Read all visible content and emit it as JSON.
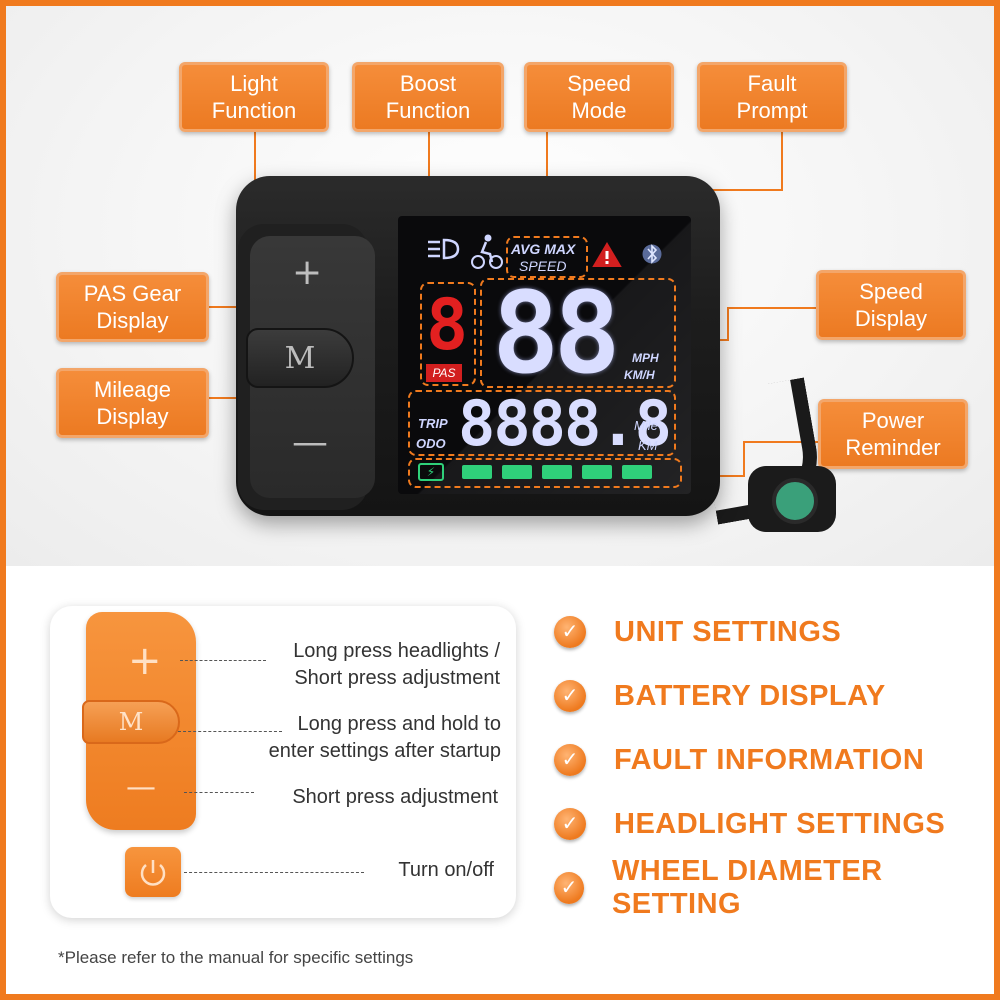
{
  "colors": {
    "accent": "#f07a1e",
    "lcd_text": "#d9ddff",
    "pas_red": "#e32020",
    "battery_green": "#2fd07a"
  },
  "callouts": {
    "light": [
      "Light",
      "Function"
    ],
    "boost": [
      "Boost",
      "Function"
    ],
    "speed_mode": [
      "Speed",
      "Mode"
    ],
    "fault": [
      "Fault",
      "Prompt"
    ],
    "pas_gear": [
      "PAS Gear",
      "Display"
    ],
    "speed_display": [
      "Speed",
      "Display"
    ],
    "mileage": [
      "Mileage",
      "Display"
    ],
    "power": [
      "Power",
      "Reminder"
    ]
  },
  "device": {
    "buttons": {
      "plus": "+",
      "mode": "M",
      "minus": "—"
    },
    "lcd": {
      "avg_max": "AVG MAX",
      "speed_label": "SPEED",
      "pas_digit": "8",
      "pas_label": "PAS",
      "speed_digits": "88",
      "unit_mph": "MPH",
      "unit_kmh": "KM/H",
      "trip": "TRIP",
      "odo": "ODO",
      "odo_digits": "8888.8",
      "unit_mile": "Mile",
      "unit_km": "KM",
      "battery_level": 1.0,
      "icons": [
        "headlight-icon",
        "boost-rider-icon",
        "warning-icon",
        "bluetooth-icon",
        "battery-icon"
      ]
    }
  },
  "buttons_guide": {
    "plus_glyph": "+",
    "mode_glyph": "M",
    "minus_glyph": "—",
    "plus_text": [
      "Long press  headlights /",
      "Short press adjustment"
    ],
    "mode_text": [
      "Long press and hold to",
      "enter settings after startup"
    ],
    "minus_text": [
      "Short press adjustment"
    ],
    "power_text": [
      "Turn on/off"
    ]
  },
  "features": [
    "UNIT SETTINGS",
    "BATTERY DISPLAY",
    "FAULT INFORMATION",
    "HEADLIGHT SETTINGS",
    "WHEEL DIAMETER SETTING"
  ],
  "footnote": "*Please refer to the manual for specific settings"
}
